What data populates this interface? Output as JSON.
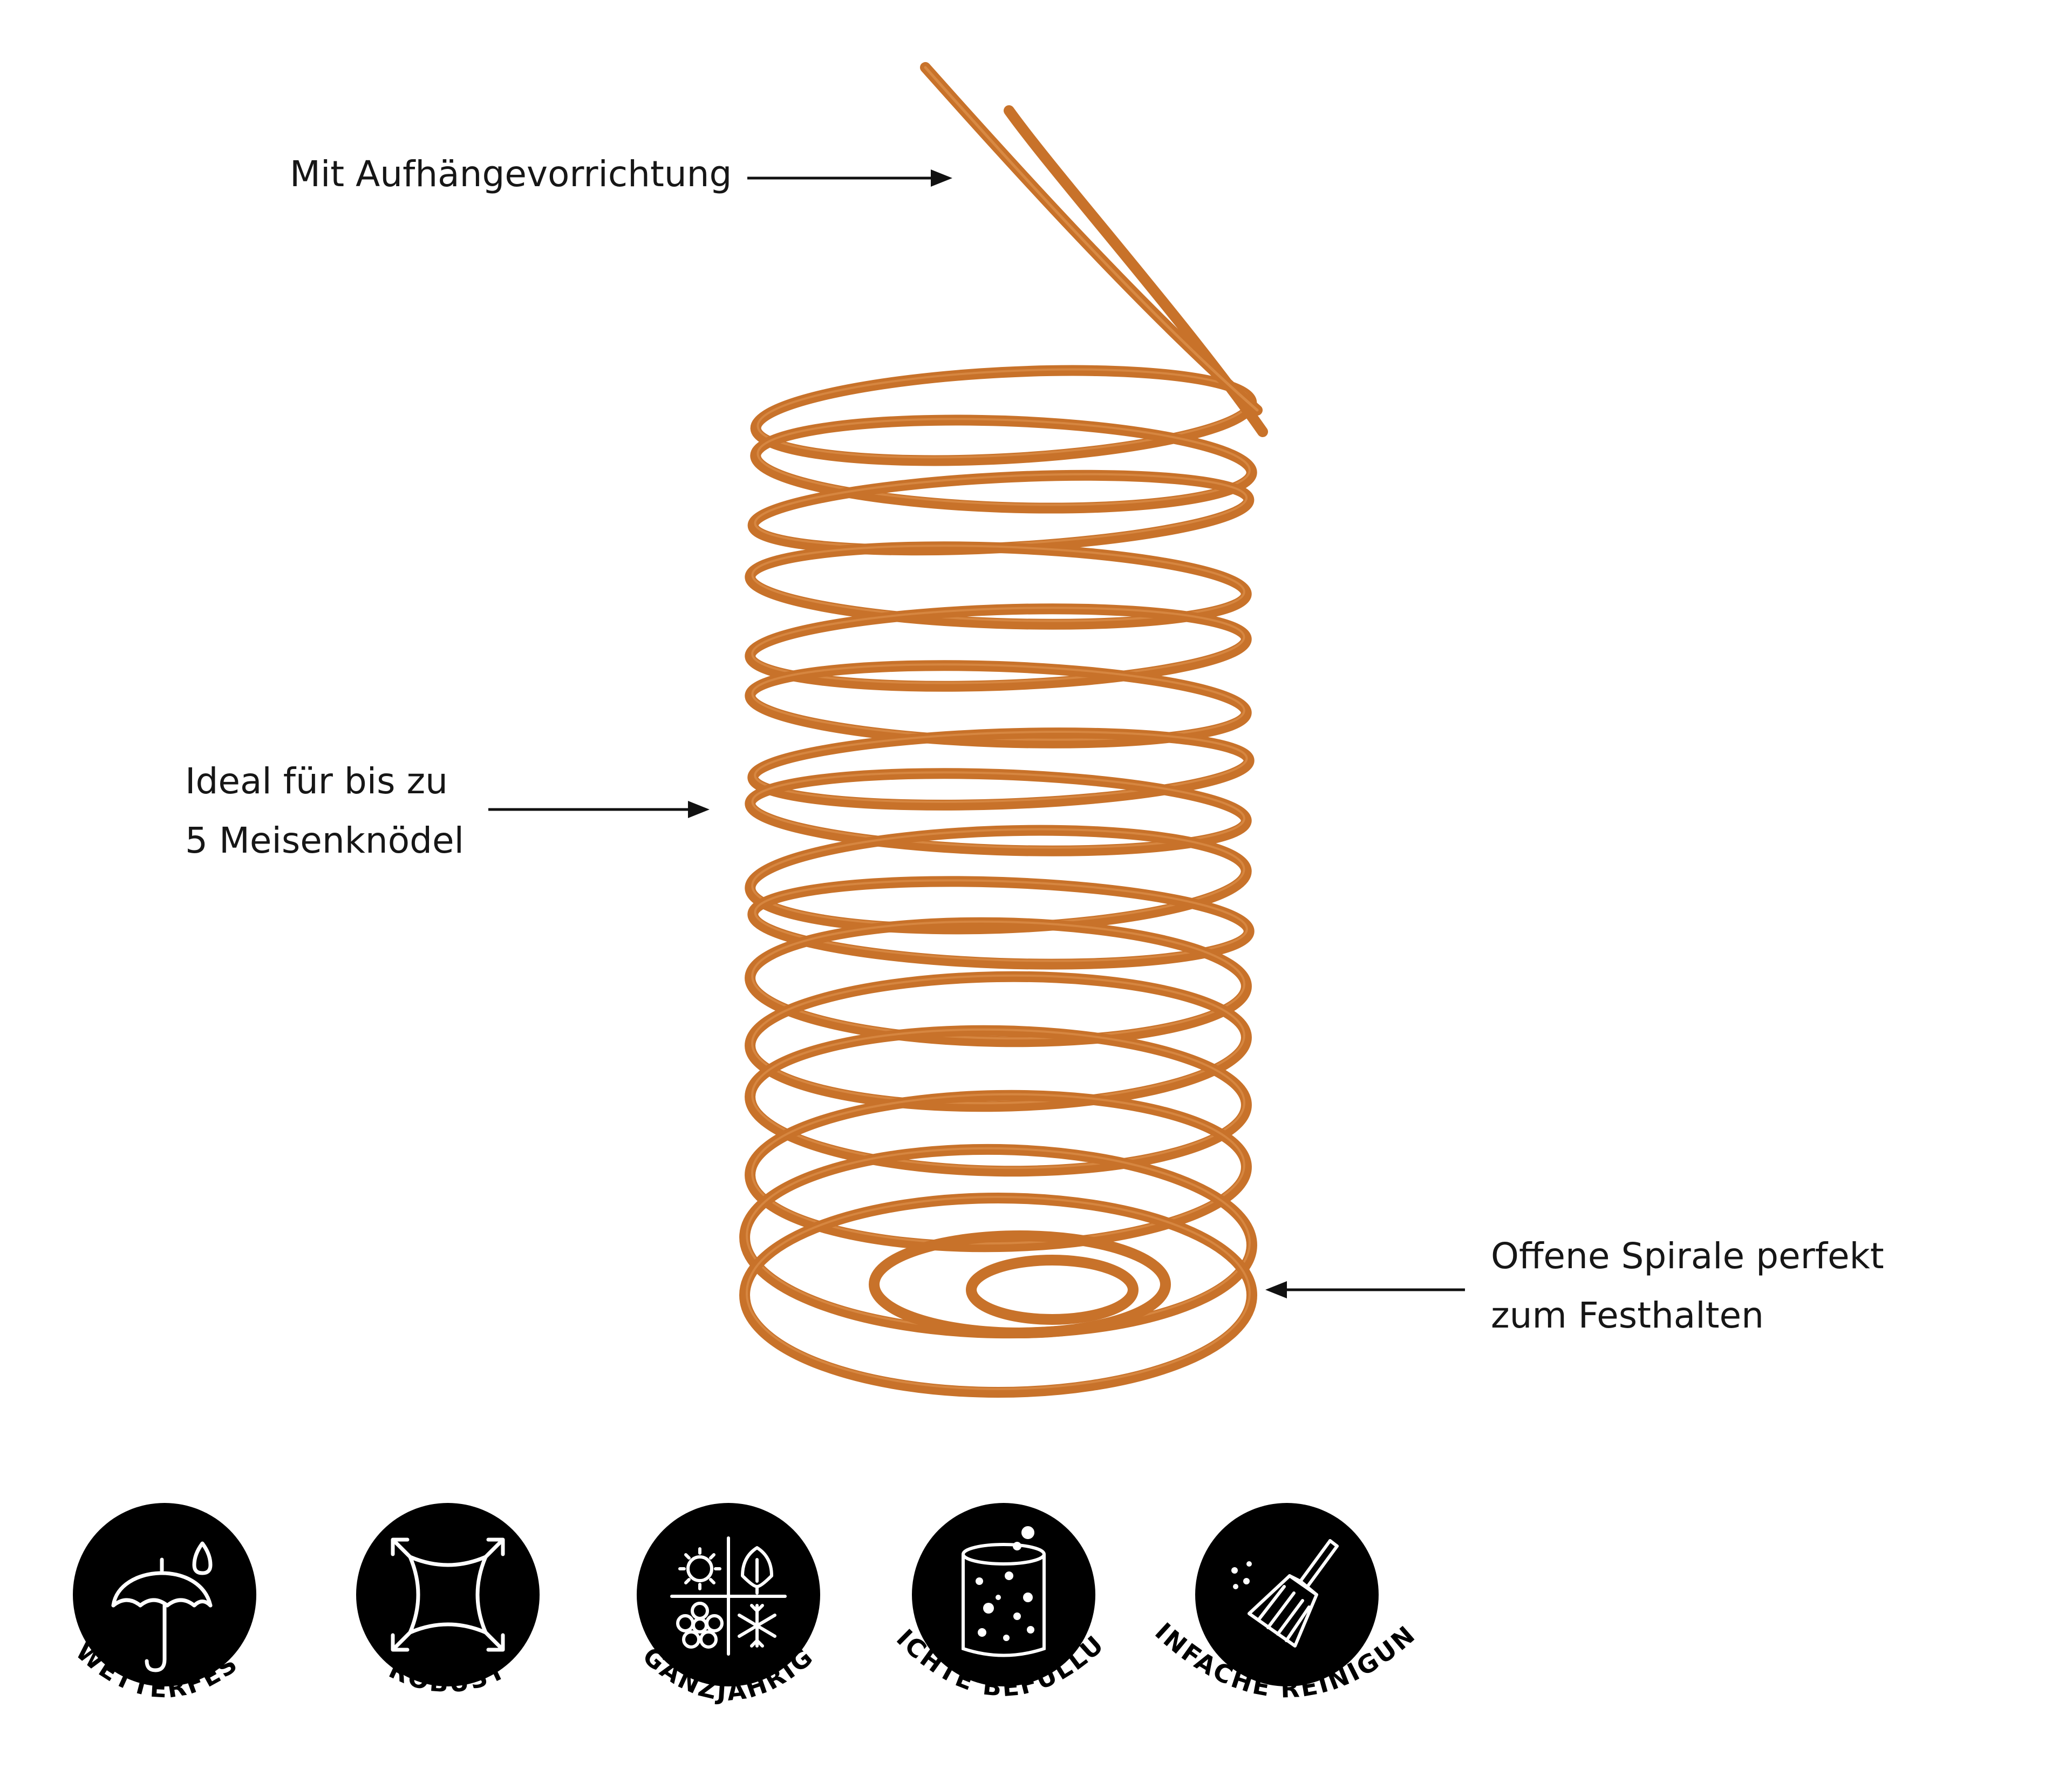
{
  "callouts": {
    "hanger": "Mit Aufhängevorrichtung",
    "capacity_line1": "Ideal für bis zu",
    "capacity_line2": "5 Meisenknödel",
    "spiral_line1": "Offene Spirale perfekt",
    "spiral_line2": "zum Festhalten"
  },
  "badges": [
    {
      "label": "WETTERFEST",
      "icon": "umbrella-rain-icon"
    },
    {
      "label": "ROBUST",
      "icon": "stretch-square-icon"
    },
    {
      "label": "GANZJÄHRIG",
      "icon": "four-seasons-icon"
    },
    {
      "label": "LEICHTE BEFÜLLUNG",
      "icon": "filled-container-icon"
    },
    {
      "label": "EINFACHE REINIGUNG",
      "icon": "broom-icon"
    }
  ],
  "colors": {
    "spiral": "#c8722a",
    "spiral_highlight": "#e39a55",
    "badge": "#000000",
    "text": "#161616"
  }
}
